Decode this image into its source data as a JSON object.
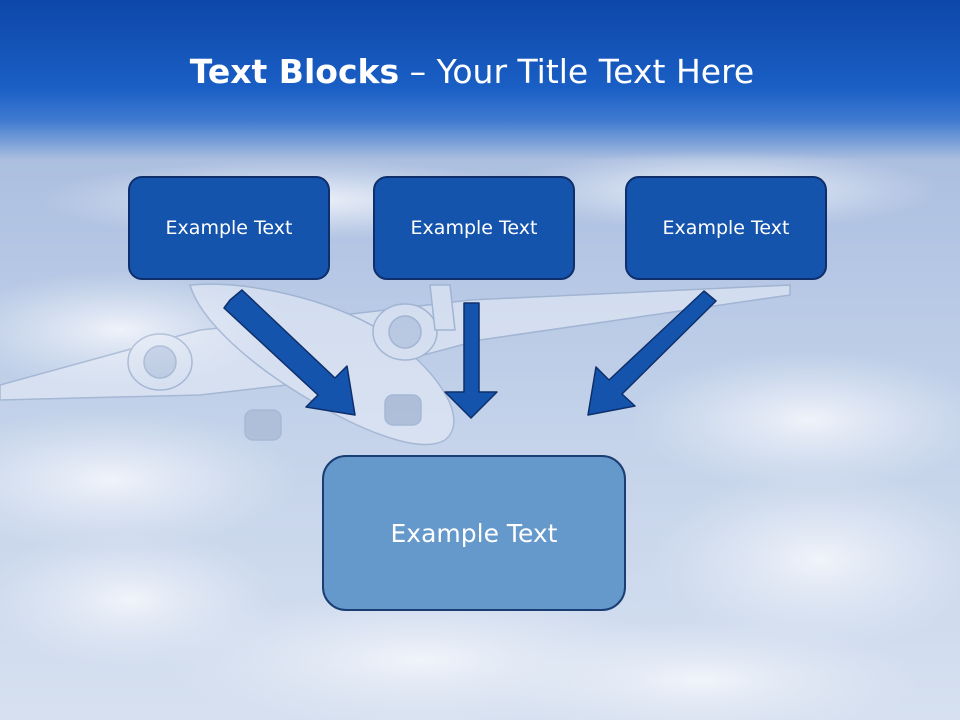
{
  "slide": {
    "title_bold": "Text Blocks",
    "title_dash": " – ",
    "title_rest": "Your Title Text Here",
    "boxes": [
      {
        "label": "Example Text"
      },
      {
        "label": "Example Text"
      },
      {
        "label": "Example Text"
      }
    ],
    "target_box": {
      "label": "Example Text"
    }
  },
  "colors": {
    "header": "#0d47a8",
    "box_fill": "#1454ad",
    "box_border": "#0e2f6b",
    "target_fill": "#6598cb",
    "arrow": "#1454ad"
  }
}
